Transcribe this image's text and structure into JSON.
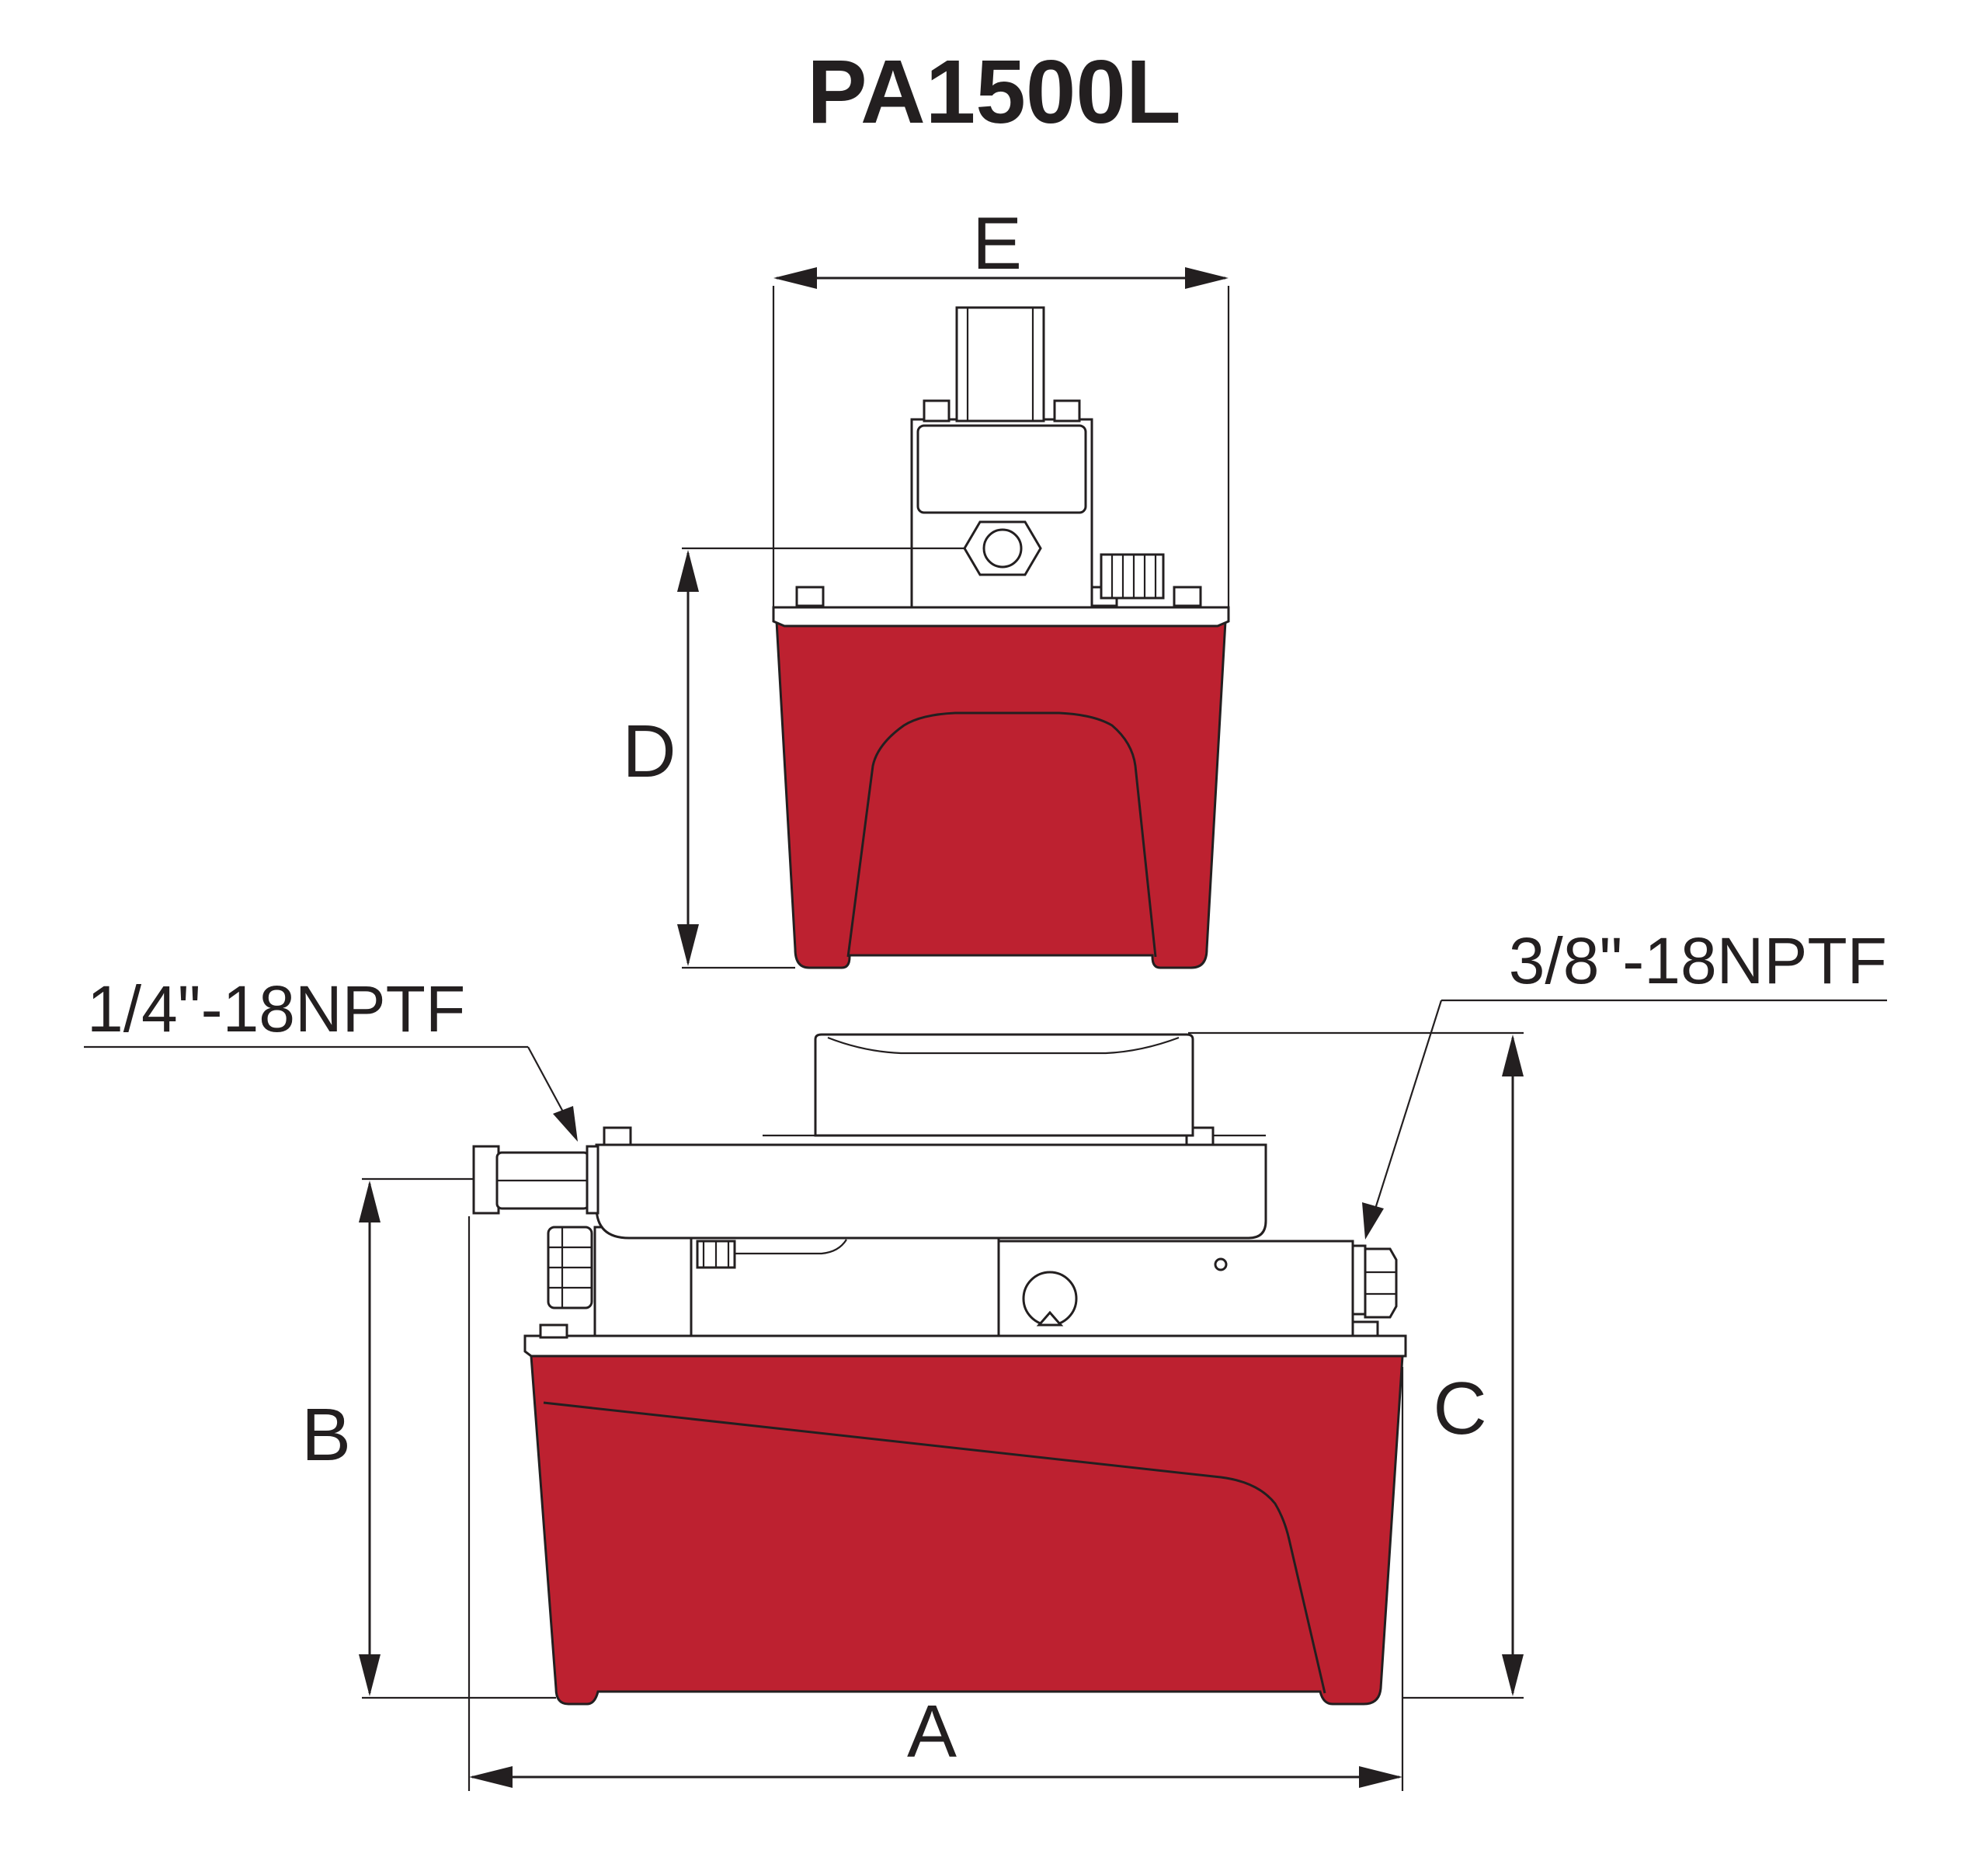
{
  "title": "PA1500L",
  "dimensions": {
    "a": "A",
    "b": "B",
    "c": "C",
    "d": "D",
    "e": "E"
  },
  "ports": {
    "air_inlet": "1/4\"-18NPTF",
    "oil_outlet": "3/8\"-18NPTF"
  },
  "colors": {
    "reservoir": "#bd2130",
    "line": "#231f20",
    "background": "#ffffff"
  }
}
